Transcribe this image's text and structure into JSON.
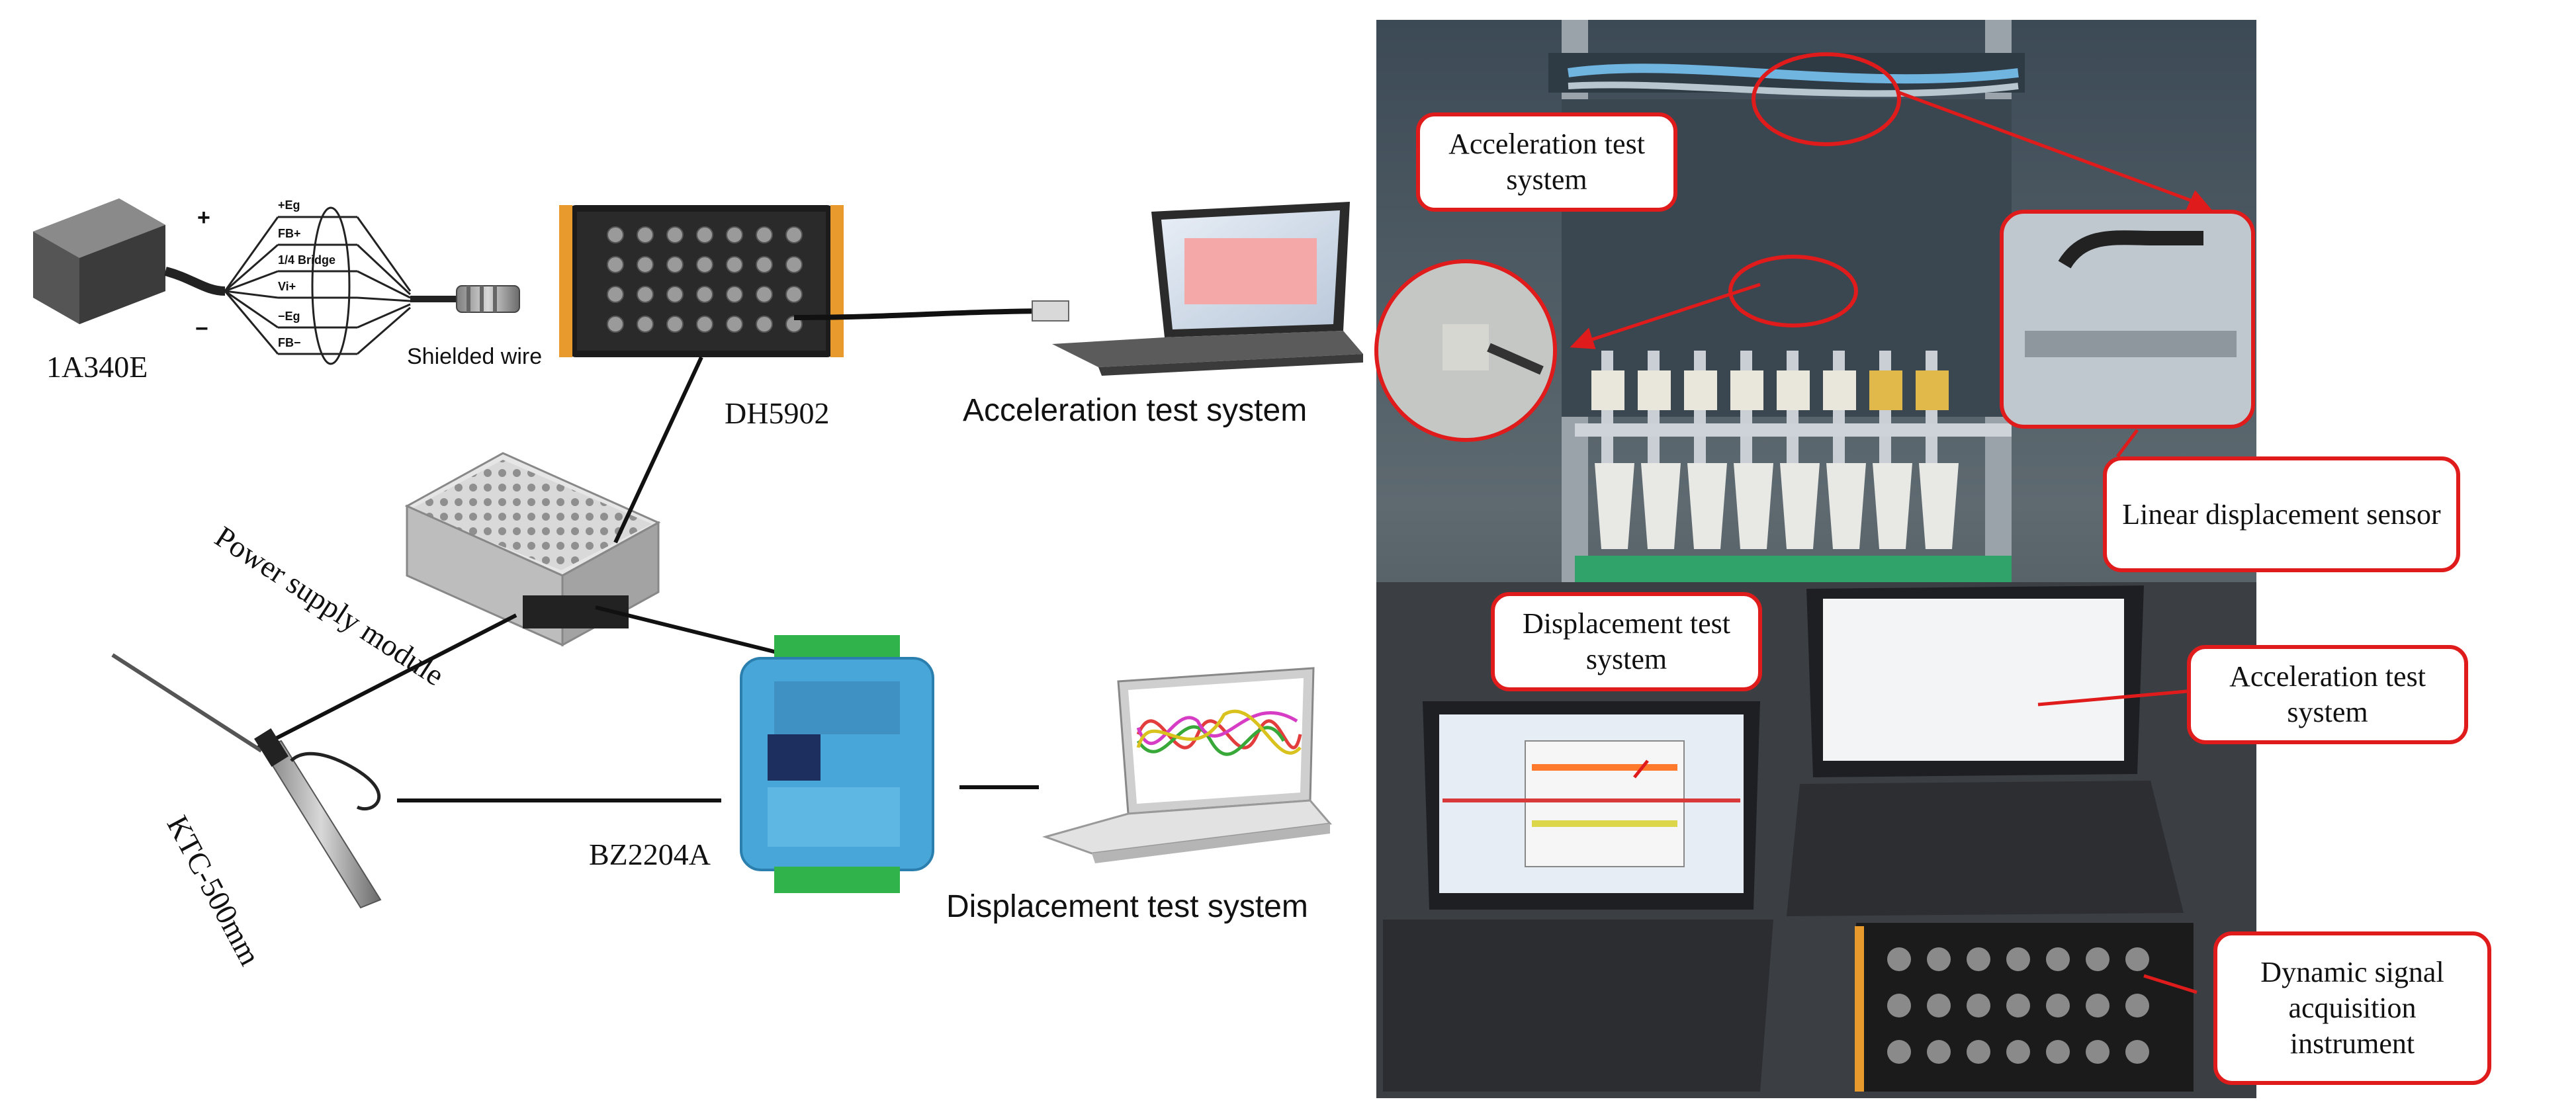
{
  "left_panel": {
    "labels": {
      "sensor_model": "1A340E",
      "wire_label": "Shielded wire",
      "daq_model": "DH5902",
      "accel_system": "Acceleration test system",
      "power_supply": "Power supply module",
      "displacement_model": "KTC-500mm",
      "transmitter_model": "BZ2204A",
      "disp_system": "Displacement test system"
    },
    "wiring": {
      "plus": "+",
      "minus": "−",
      "pin_eg_pos": "+Eg",
      "pin_fb_pos": "FB+",
      "pin_bridge": "1/4 Bridge",
      "pin_vi_pos": "Vi+",
      "pin_eg_neg": "−Eg",
      "pin_fb_neg": "FB−"
    }
  },
  "right_panel": {
    "callouts": {
      "accel_top": "Acceleration test system",
      "linear_sensor": "Linear displacement sensor",
      "disp_system": "Displacement test system",
      "accel_bottom": "Acceleration test system",
      "dynamic_instrument": "Dynamic signal acquisition instrument"
    }
  },
  "colors": {
    "annotation_red": "#e01b1b",
    "module_blue": "#49a6d8",
    "terminal_green": "#2fb34a",
    "daq_black": "#1c1c1c",
    "accent_orange": "#e89a2c"
  }
}
